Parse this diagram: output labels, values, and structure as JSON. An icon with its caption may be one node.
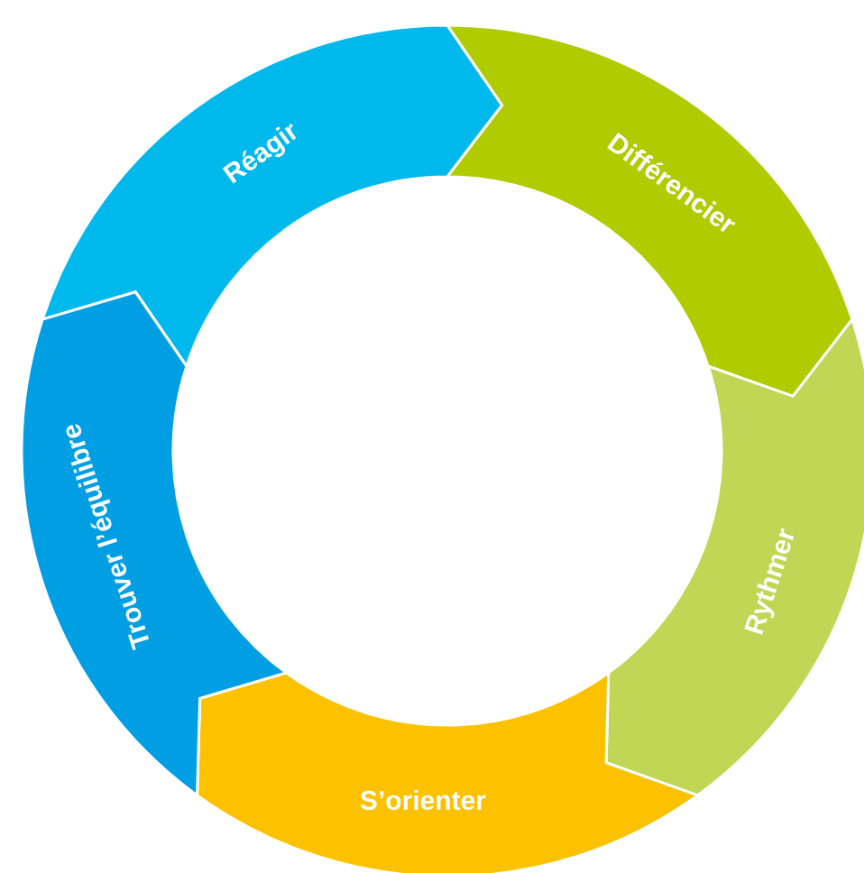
{
  "diagram": {
    "nodes": [
      {
        "text": [
          "Réagir"
        ]
      },
      {
        "text": [
          "Différencier"
        ]
      },
      {
        "text": [
          "Rythmer"
        ]
      },
      {
        "text": [
          "S’orienter"
        ]
      },
      {
        "text": [
          "Trouver l’équilibre"
        ]
      }
    ]
  }
}
